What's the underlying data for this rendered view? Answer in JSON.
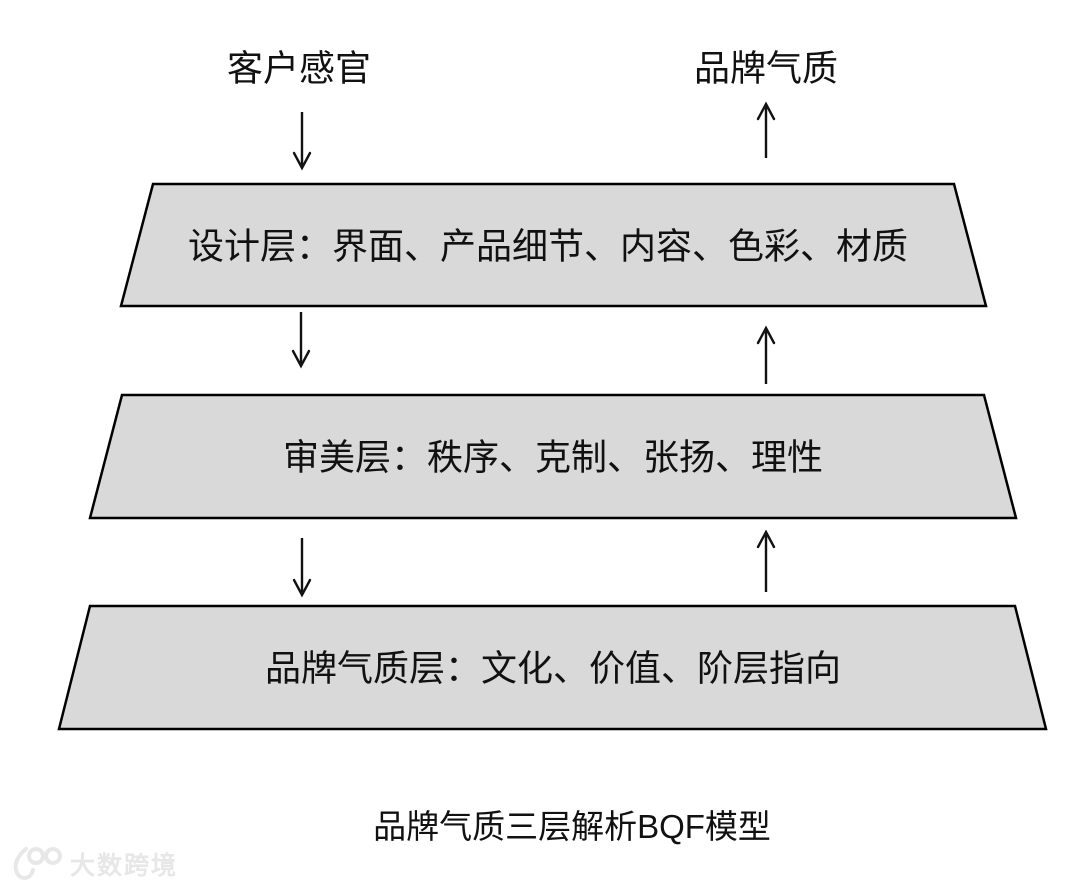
{
  "diagram": {
    "title": "品牌气质三层解析BQF模型",
    "top_labels": {
      "left": "客户感官",
      "right": "品牌气质"
    },
    "layers": [
      {
        "label": "设计层：界面、产品细节、内容、色彩、材质"
      },
      {
        "label": "审美层：秩序、克制、张扬、理性"
      },
      {
        "label": "品牌气质层：文化、价值、阶层指向"
      }
    ],
    "arrows": {
      "left_direction": "down",
      "right_direction": "up"
    },
    "colors": {
      "layer_fill": "#d9d9d9",
      "layer_border": "#000000",
      "arrow": "#111111",
      "text": "#111111",
      "watermark": "#e7e7e7",
      "background": "#ffffff"
    }
  },
  "watermark": {
    "logo": "100-logo",
    "text": "大数跨境"
  }
}
